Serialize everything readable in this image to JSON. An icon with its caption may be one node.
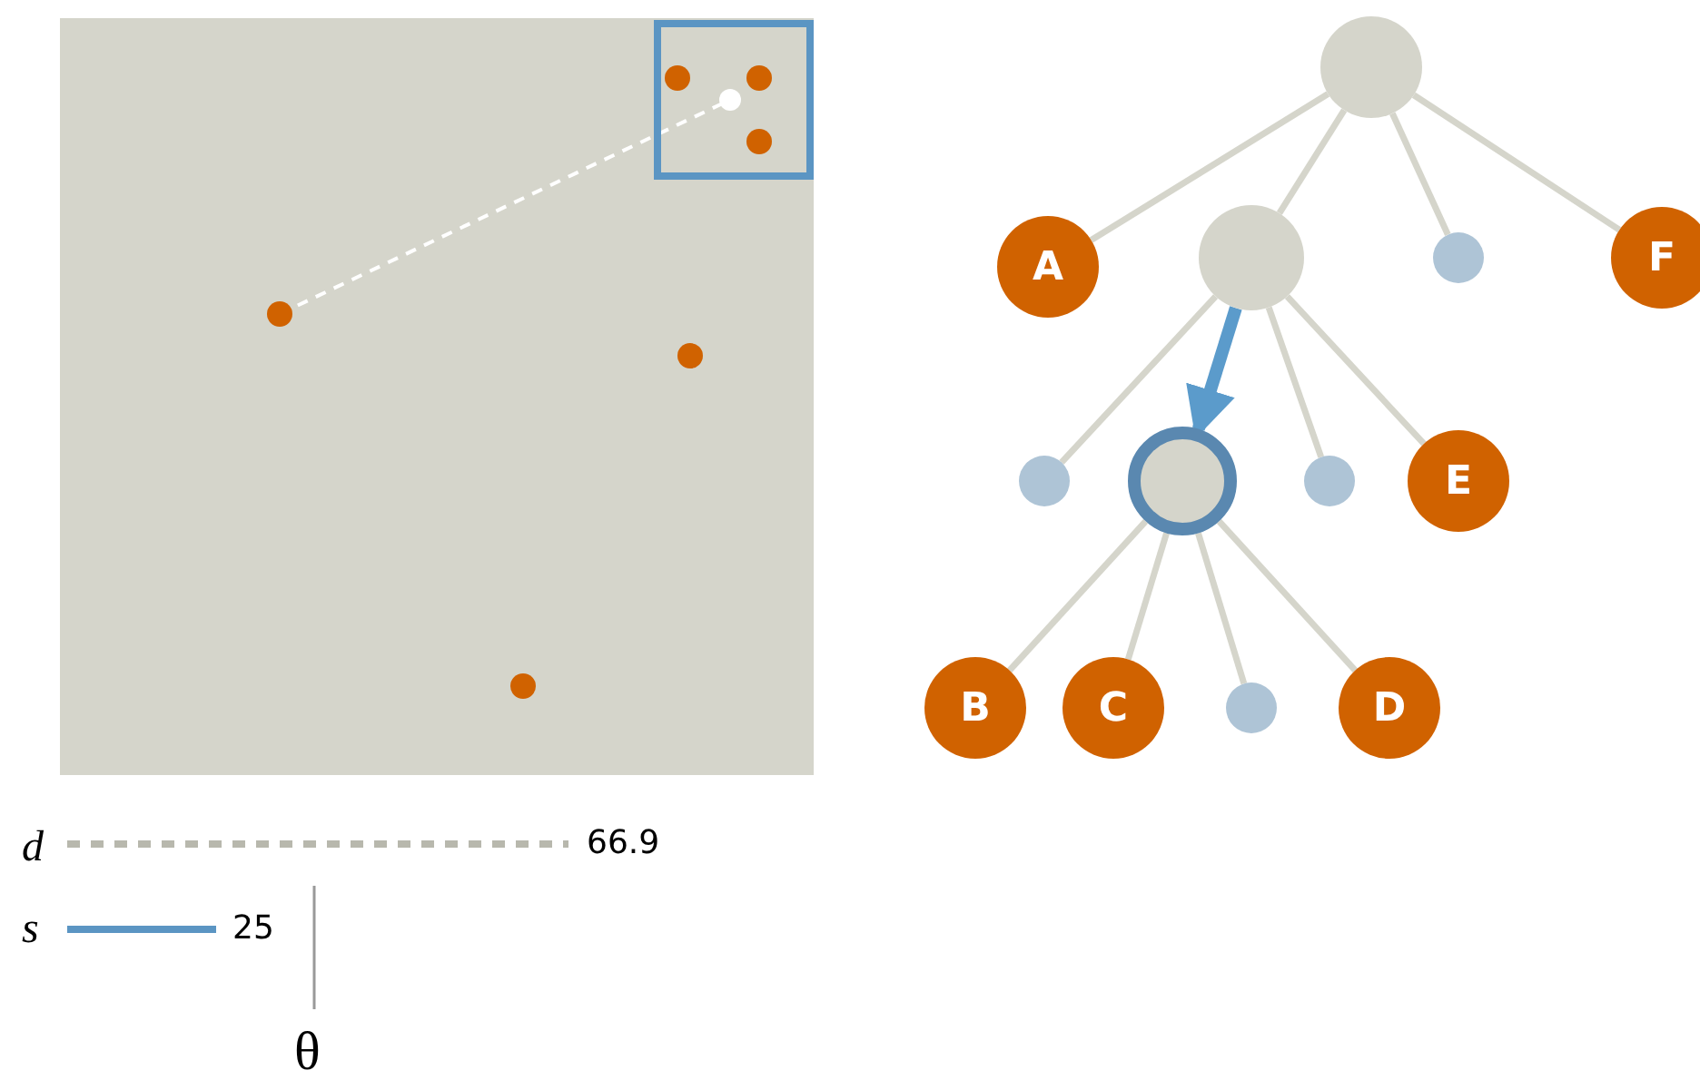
{
  "diagram": {
    "nodes": [
      {
        "text": [],
        "shape": "circle"
      },
      {
        "text": [
          "A"
        ]
      },
      {
        "text": [],
        "shape": "circle"
      },
      {
        "text": [],
        "shape": "circle"
      },
      {
        "text": [
          "F"
        ]
      },
      {
        "text": [],
        "shape": "circle"
      },
      {
        "text": [],
        "shape": "circle"
      },
      {
        "text": [],
        "shape": "circle"
      },
      {
        "text": [
          "E"
        ]
      },
      {
        "text": [
          "B"
        ]
      },
      {
        "text": [
          "C"
        ]
      },
      {
        "text": [],
        "shape": "circle"
      },
      {
        "text": [
          "D"
        ]
      }
    ],
    "edges": [
      {
        "from": 0,
        "to": 1,
        "arrow": "none"
      },
      {
        "from": 0,
        "to": 2,
        "arrow": "none"
      },
      {
        "from": 0,
        "to": 3,
        "arrow": "none"
      },
      {
        "from": 0,
        "to": 4,
        "arrow": "none"
      },
      {
        "from": 2,
        "to": 5,
        "arrow": "none"
      },
      {
        "from": 2,
        "to": 6,
        "arrow": "to",
        "style": "thick",
        "color": "#5b9bcb"
      },
      {
        "from": 2,
        "to": 7,
        "arrow": "none"
      },
      {
        "from": 2,
        "to": 8,
        "arrow": "none"
      },
      {
        "from": 6,
        "to": 9,
        "arrow": "none"
      },
      {
        "from": 6,
        "to": 10,
        "arrow": "none"
      },
      {
        "from": 6,
        "to": 11,
        "arrow": "none"
      },
      {
        "from": 6,
        "to": 12,
        "arrow": "none"
      }
    ],
    "labels": [
      "d",
      "66.9",
      "s",
      "25",
      "θ"
    ]
  }
}
